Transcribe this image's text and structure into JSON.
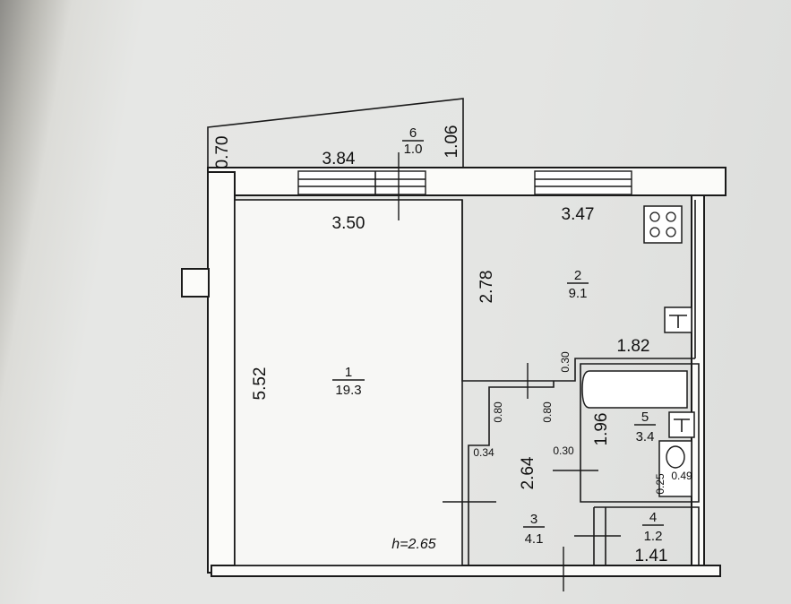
{
  "plan": {
    "outer_dims": {
      "d070": "0.70",
      "d384": "3.84",
      "d106": "1.06",
      "d350": "3.50",
      "d347": "3.47",
      "d552": "5.52",
      "d278": "2.78",
      "d182": "1.82",
      "d264": "2.64",
      "d196": "1.96",
      "d141": "1.41"
    },
    "small_dims": {
      "d030a": "0.30",
      "d080a": "0.80",
      "d080b": "0.80",
      "d034": "0.34",
      "d030b": "0.30",
      "d025": "0.25",
      "d049": "0.49"
    },
    "rooms": [
      {
        "number": "1",
        "area": "19.3"
      },
      {
        "number": "2",
        "area": "9.1"
      },
      {
        "number": "3",
        "area": "4.1"
      },
      {
        "number": "4",
        "area": "1.2"
      },
      {
        "number": "5",
        "area": "3.4"
      },
      {
        "number": "6",
        "area": "1.0"
      }
    ],
    "ceiling_height": "h=2.65"
  }
}
